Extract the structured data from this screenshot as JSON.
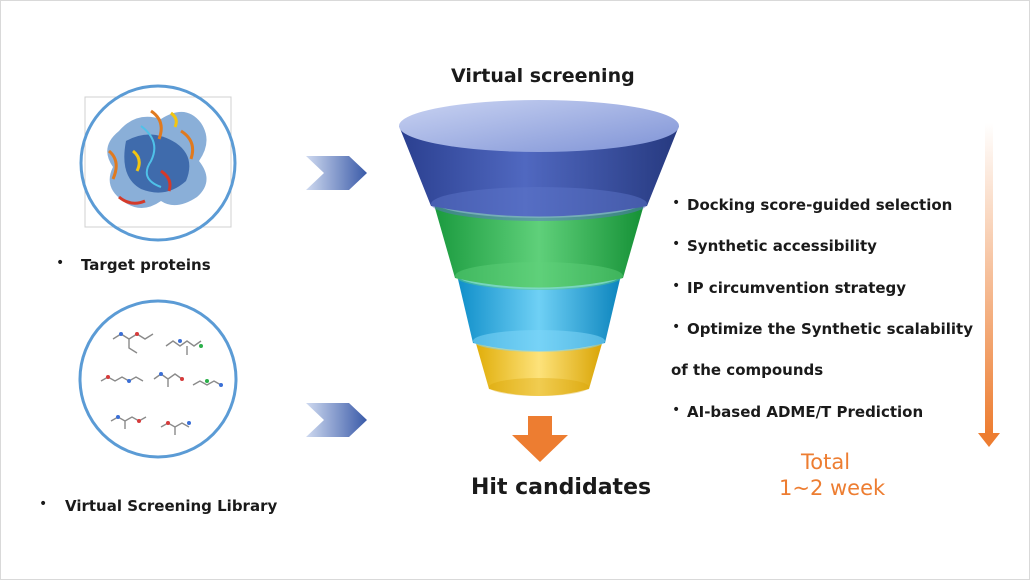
{
  "funnel_title": "Virtual screening",
  "left_items": [
    {
      "bullet": "•",
      "label": "Target proteins"
    },
    {
      "bullet": "•",
      "label": "Virtual Screening Library"
    }
  ],
  "output_label": "Hit candidates",
  "criteria": [
    {
      "bullet": "•",
      "text": "Docking score-guided selection"
    },
    {
      "bullet": "•",
      "text": "Synthetic accessibility"
    },
    {
      "bullet": "•",
      "text": "IP circumvention strategy"
    },
    {
      "bullet": "•",
      "text": "Optimize the Synthetic scalability"
    },
    {
      "bullet": "",
      "text": "of the compounds"
    },
    {
      "bullet": "•",
      "text": "AI-based ADME/T Prediction"
    }
  ],
  "timeline": {
    "line1": "Total",
    "line2": "1~2 week"
  },
  "colors": {
    "accent_orange": "#ED7D31",
    "circle_border": "#5B9BD5",
    "funnel_top": "#2F4A9E",
    "funnel_green": "#22B14C",
    "funnel_cyan": "#1BA3E0",
    "funnel_yellow": "#F2C511"
  }
}
